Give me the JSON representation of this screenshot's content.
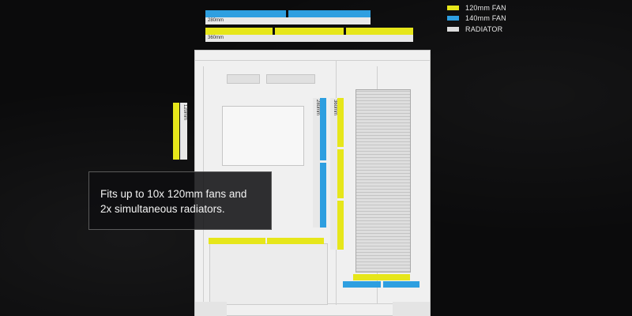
{
  "colors": {
    "fan_120": "#e6e61a",
    "fan_140": "#2e9fe0",
    "radiator": "#dcdcdc"
  },
  "legend": [
    {
      "label": "120mm FAN",
      "color": "#e6e61a"
    },
    {
      "label": "140mm FAN",
      "color": "#2e9fe0"
    },
    {
      "label": "RADIATOR",
      "color": "#dcdcdc"
    }
  ],
  "radiator_labels": {
    "top_280": "280mm",
    "top_360": "360mm",
    "side_120": "120mm",
    "mid_280": "280mm",
    "mid_360": "360mm"
  },
  "caption": {
    "line1": "Fits up to 10x 120mm fans and",
    "line2": "2x simultaneous radiators."
  }
}
